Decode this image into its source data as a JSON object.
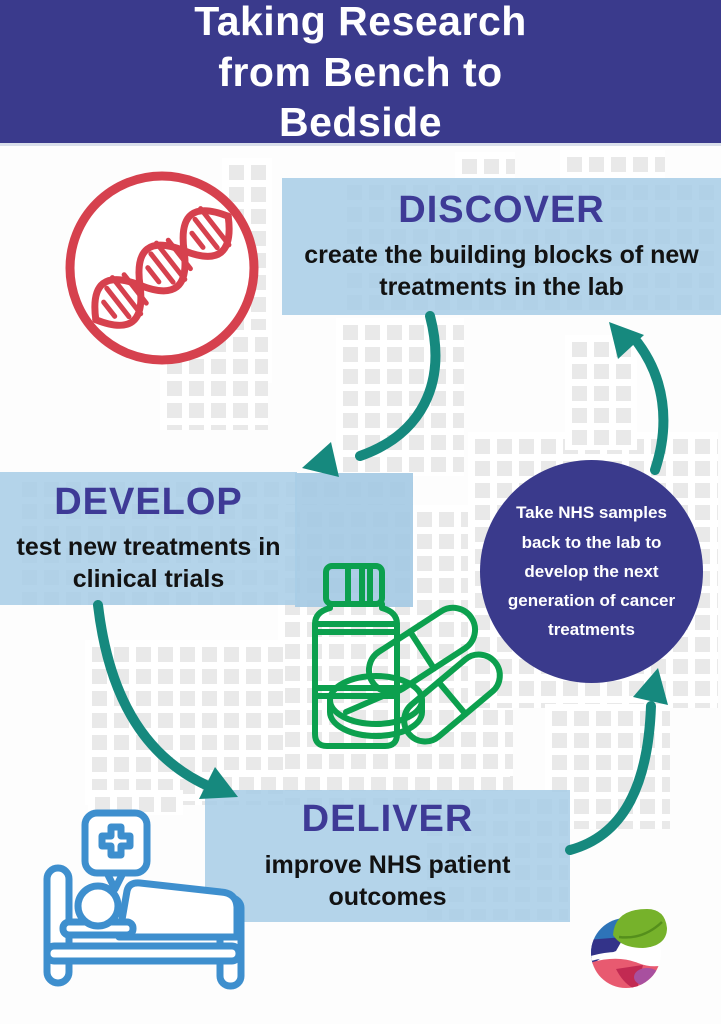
{
  "header": {
    "title": "Taking Research from Bench to Bedside"
  },
  "steps": [
    {
      "heading": "DISCOVER",
      "description": "create the building blocks of new treatments in the lab"
    },
    {
      "heading": "DEVELOP",
      "description": "test new treatments in clinical trials"
    },
    {
      "heading": "DELIVER",
      "description": "improve NHS patient outcomes"
    }
  ],
  "feedback_loop": {
    "text": "Take NHS samples back to the lab to develop the next generation of cancer treatments"
  },
  "icons": {
    "discover": "dna-helix-icon",
    "develop": "medicine-bottle-pills-icon",
    "deliver": "hospital-bed-patient-icon",
    "brand": "leaf-globe-logo"
  },
  "colors": {
    "banner_indigo": "#3A3A8C",
    "heading_indigo": "#3E3A96",
    "box_blue": "#A9CEE7",
    "arrow_teal": "#16897E",
    "dna_red": "#D6414E",
    "pills_green": "#0CA04E",
    "bed_blue": "#3E8FCE",
    "mosaic_gray": "#E9E9E9",
    "body_text": "#121212"
  }
}
